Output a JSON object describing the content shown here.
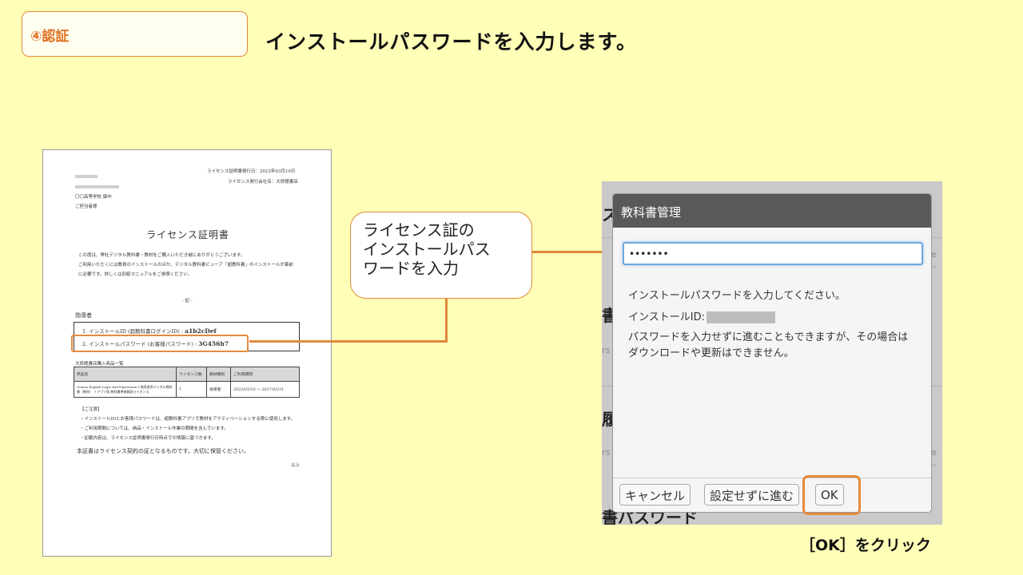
{
  "step": {
    "label": "④認証"
  },
  "headline": "インストールパスワードを入力します。",
  "document": {
    "issue_date": "ライセンス証明書発行日：2023年03月10日",
    "issuer": "ライセンス発行会社名：大修館書店",
    "school": "〇〇高等学校 御中",
    "recipient": "ご担当者様",
    "title": "ライセンス証明書",
    "intro_lines": [
      "この度は、弊社デジタル教科書・教材をご購入いただき誠にありがとうございます。",
      "ご利用いただくには教員のインストールのほか、デジタル教科書ビューア「超教科書」のインストールが事前",
      "に必要です。詳しくは別紙マニュアルをご参照ください。"
    ],
    "ki": "- 記 -",
    "section_label": "指導者",
    "cred1_label": "1. インストールID (超教科書ログインID) :",
    "cred1_value": "a1b2cDef",
    "cred2_label": "2. インストールパスワード (お客様パスワード) :",
    "cred2_value": "3G456h7",
    "table_caption": "大修館書店購入商品一覧",
    "table_headers": [
      "商品名",
      "ライセンス数",
      "教材種別",
      "ご利用期間"
    ],
    "table_row": [
      "Genius English Logic and Expression I 指導者用デジタル教科書（教材） ＋アプリ版 教科書準拠解説ライセンス",
      "1",
      "指導者",
      "2023/03/10 ～ 2027/03/31"
    ],
    "notes_head": "【ご注意】",
    "notes": [
      "・インストールIDとお客様パスワードは、超教科書アプリで教材をアクティベーションする際に使用します。",
      "・ご利用期間については、納品・インストール作業の期間を含んでいます。",
      "・記載内容は、ライセンス証明書発行日時点での情報に基づきます。"
    ],
    "footer_note": "本証書はライセンス契約の証となるものです。大切に保管ください。",
    "ijo": "以上"
  },
  "callout": {
    "lines": [
      "ライセンス証の",
      "インストールパス",
      "ワードを入力"
    ]
  },
  "dialog": {
    "title": "教科書管理",
    "password_value": "•••••••",
    "message": "インストールパスワードを入力してください。",
    "id_label": "インストールID:",
    "note_line1": "パスワードを入力せずに進むこともできますが、その場合は",
    "note_line2": "ダウンロードや更新はできません。",
    "cancel": "キャンセル",
    "skip": "設定せずに進む",
    "ok": "OK"
  },
  "background": {
    "chars": [
      "ス",
      "書",
      "履",
      "書パスワード"
    ],
    "frags": [
      "rs",
      "rs",
      "e ..",
      "e .."
    ]
  },
  "click_caption": "［OK］をクリック",
  "colors": {
    "accent": "#e68a3c",
    "page_bg": "#ffffb7",
    "dialog_header": "#595959"
  }
}
